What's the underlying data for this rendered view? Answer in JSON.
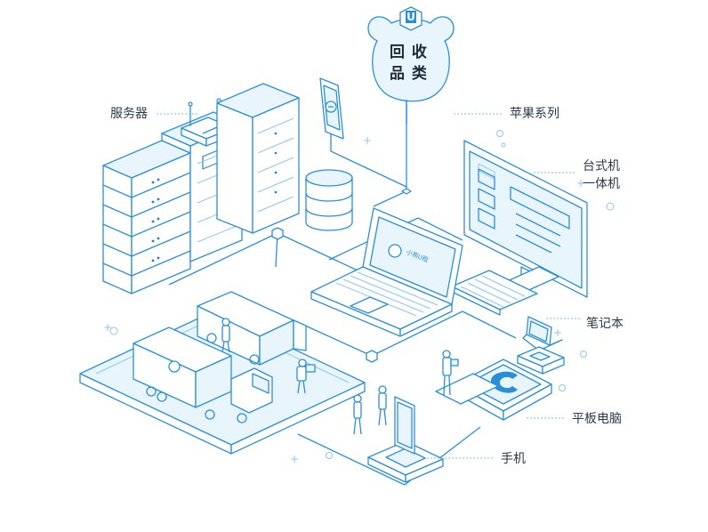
{
  "center_badge": {
    "line1": "回 收",
    "line2": "品 类",
    "logo_letter": "U"
  },
  "labels": {
    "servers": "服务器",
    "apple": "苹果系列",
    "desktop_aio_1": "台式机",
    "desktop_aio_2": "一体机",
    "laptop": "笔记本",
    "tablet": "平板电脑",
    "phone": "手机"
  },
  "brand_text": "小熊U租",
  "colors": {
    "stroke": "#2b8fd6",
    "light": "#e8f4fc",
    "accent": "#1d7fcf",
    "text": "#2a3a4a"
  }
}
